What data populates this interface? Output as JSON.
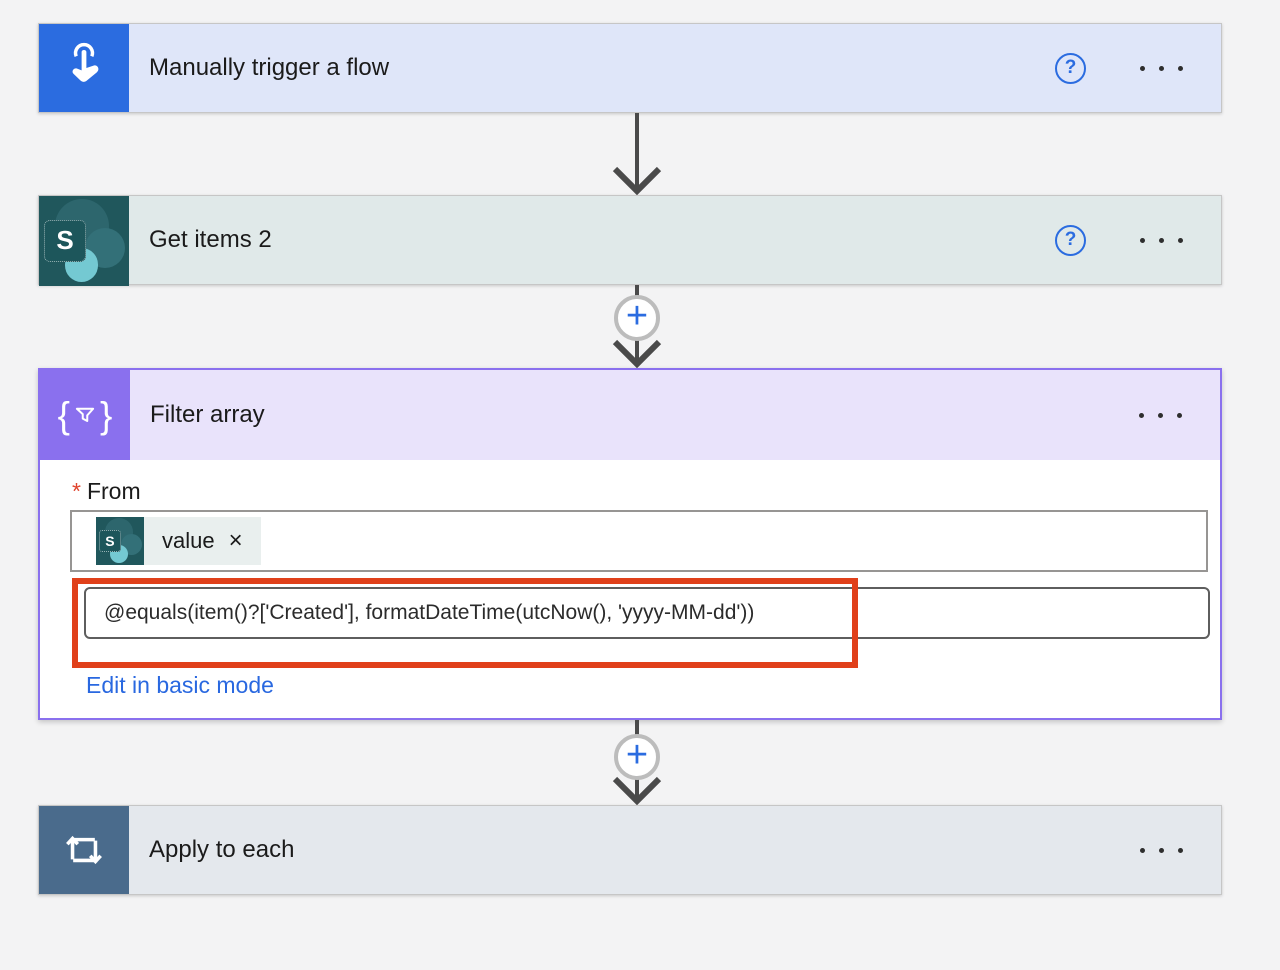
{
  "cards": {
    "trigger": {
      "title": "Manually trigger a flow"
    },
    "get_items": {
      "title": "Get items 2"
    },
    "filter": {
      "title": "Filter array",
      "required_marker": "*",
      "from_label": "From",
      "token_label": "value",
      "token_remove": "×",
      "expression": "@equals(item()?['Created'], formatDateTime(utcNow(), 'yyyy-MM-dd'))",
      "edit_link": "Edit in basic mode"
    },
    "apply": {
      "title": "Apply to each"
    }
  },
  "controls": {
    "help": "?",
    "insert_step": "+"
  },
  "icons": {
    "sharepoint_letter": "S",
    "filter_brace_left": "{",
    "filter_brace_right": "}"
  },
  "colors": {
    "accent_blue": "#2b6ce0",
    "annotation_red": "#e0401a",
    "filter_purple": "#8a70ee",
    "sharepoint_teal": "#20575c",
    "apply_slate": "#4a6b8c",
    "link_blue": "#2968e0"
  }
}
